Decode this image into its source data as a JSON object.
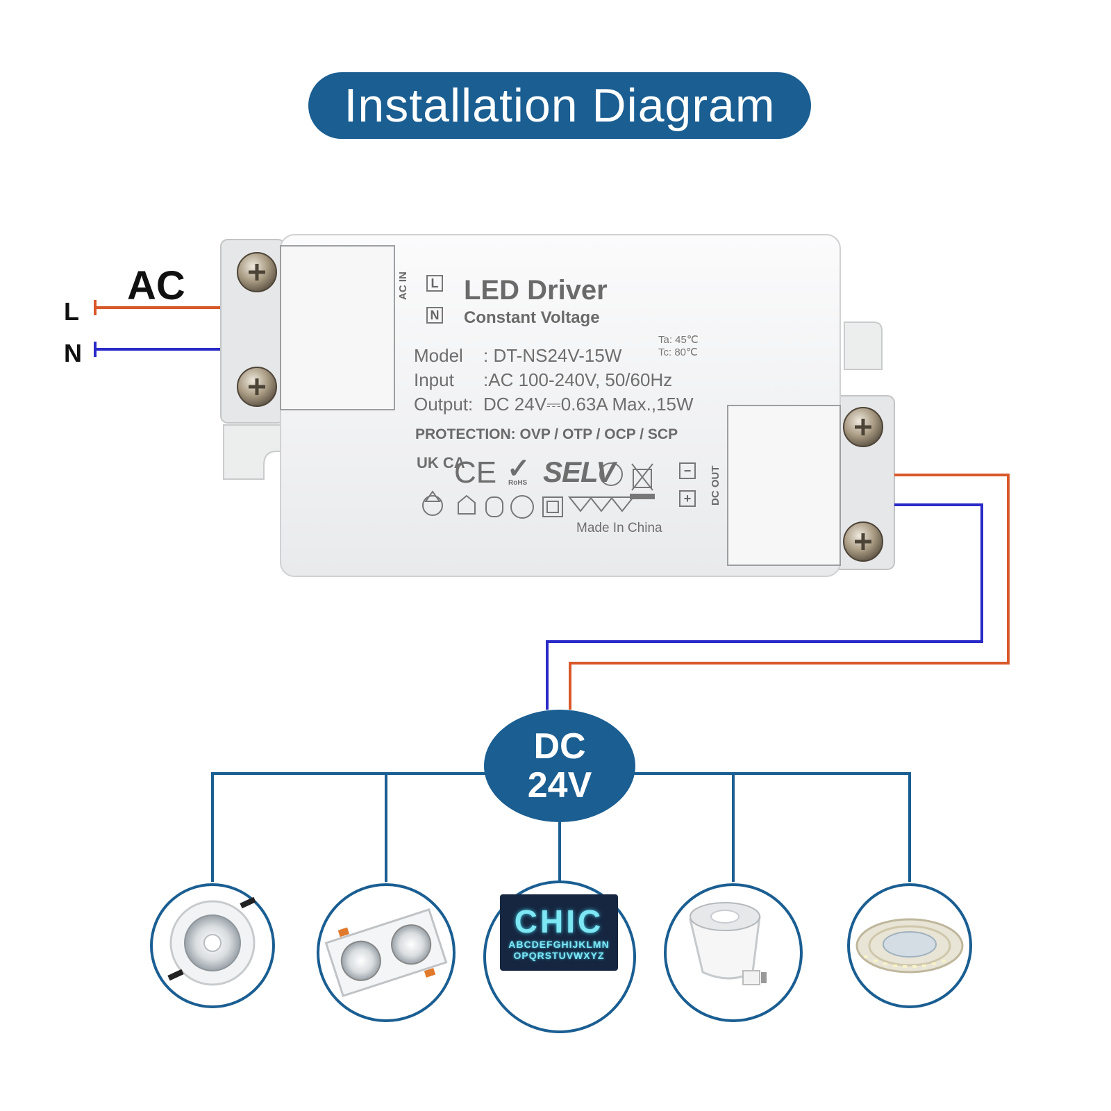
{
  "title": "Installation Diagram",
  "ac_label": "AC",
  "wires": {
    "live": "L",
    "neutral": "N",
    "live_color": "#d8582a",
    "neutral_color": "#2a2ac8"
  },
  "output": {
    "line1": "DC",
    "line2": "24V"
  },
  "driver_label": {
    "title": "LED Driver",
    "subtitle": "Constant Voltage",
    "ta": "Ta: 45℃",
    "tc": "Tc: 80℃",
    "specs": [
      {
        "key": "Model",
        "value": ": DT-NS24V-15W"
      },
      {
        "key": "Input",
        "value": ":AC 100-240V,  50/60Hz"
      },
      {
        "key": "Output:",
        "value": "DC 24V⎓0.63A Max.,15W"
      }
    ],
    "protection": "PROTECTION: OVP / OTP / OCP / SCP",
    "made_in": "Made In China",
    "ac_in": "AC IN",
    "dc_out": "DC OUT",
    "terminal_l": "L",
    "terminal_n": "N",
    "terminal_minus": "−",
    "terminal_plus": "+",
    "cert_ukca": "UK CA",
    "cert_ce": "CE",
    "cert_rohs": "RoHS",
    "cert_selv": "SELV"
  },
  "applications": [
    {
      "icon": "cob-downlight-icon"
    },
    {
      "icon": "double-grille-spotlight-icon"
    },
    {
      "icon": "led-sign-icon",
      "sign_text": "CHIC",
      "sign_line1": "ABCDEFGHIJKLMN",
      "sign_line2": "OPQRSTUVWXYZ"
    },
    {
      "icon": "gu10-bulb-icon"
    },
    {
      "icon": "led-strip-reel-icon"
    }
  ],
  "colors": {
    "accent": "#1a5e92",
    "driver_body": "#f3f4f5",
    "screw": "#a89a82"
  }
}
